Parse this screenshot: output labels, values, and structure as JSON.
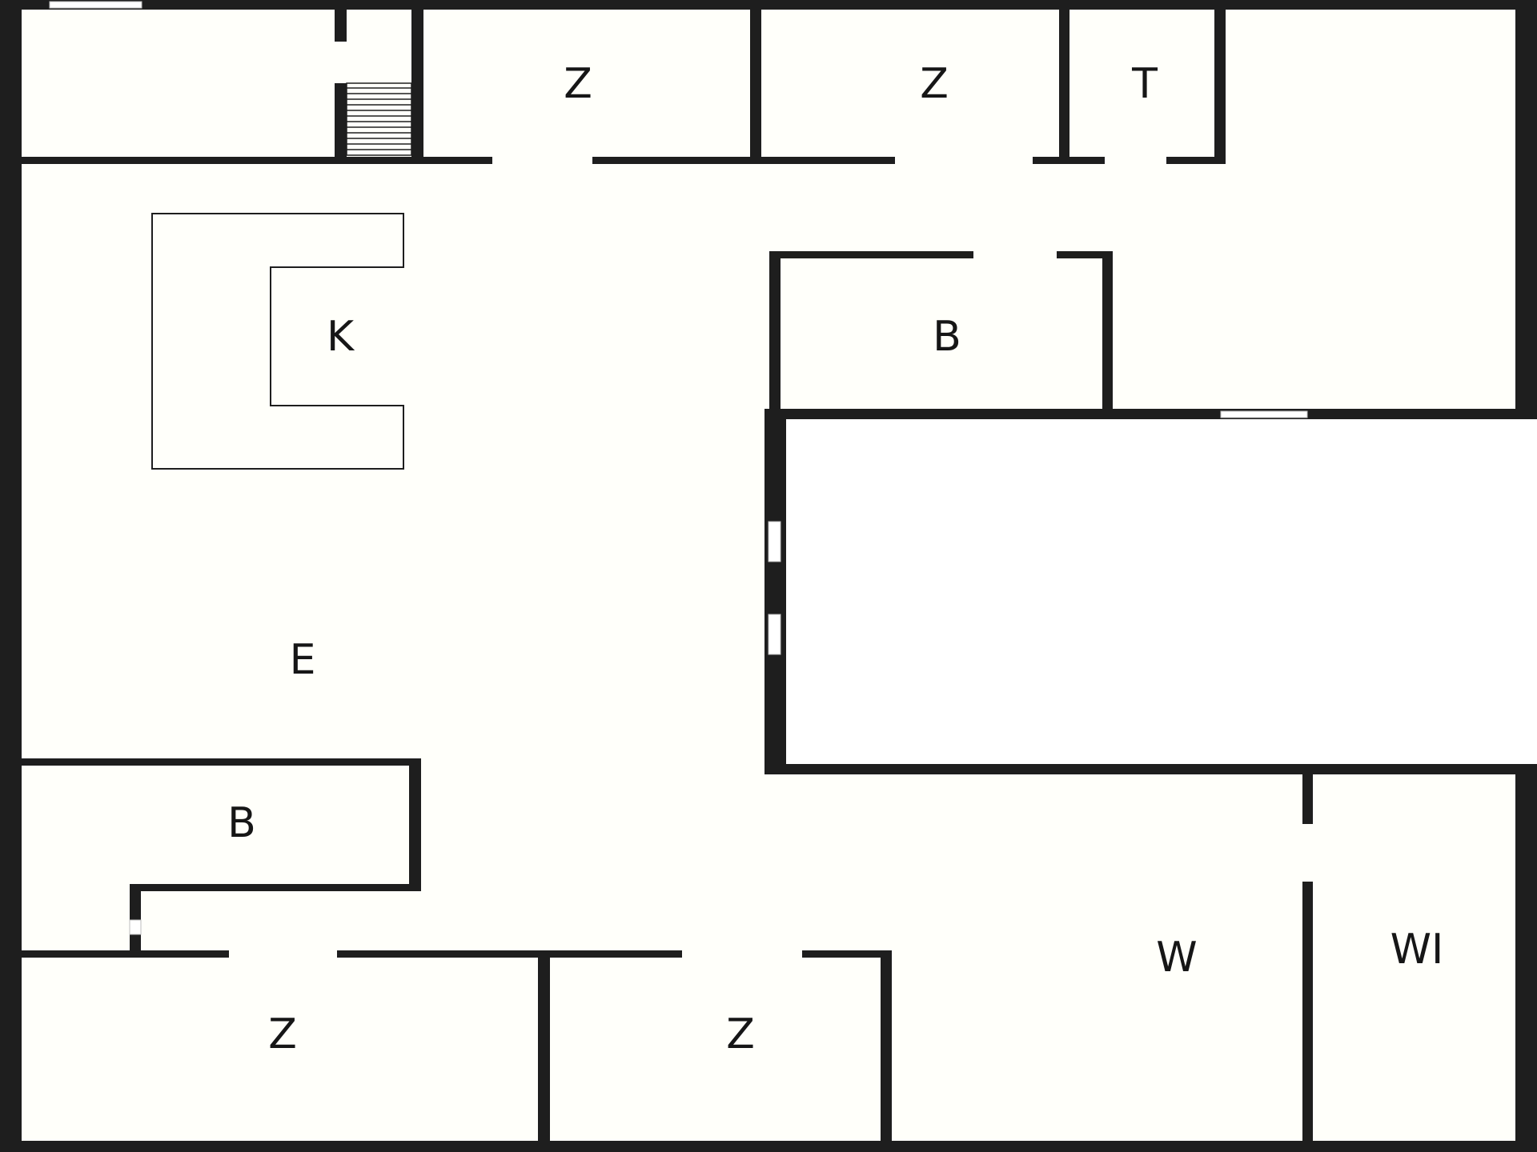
{
  "floorplan": {
    "colors": {
      "wall": "#1e1e1e",
      "floor": "#fffffa",
      "outside": "#ffffff",
      "text": "#161616"
    },
    "rooms": [
      {
        "key": "z_top_1",
        "label": "Z"
      },
      {
        "key": "z_top_2",
        "label": "Z"
      },
      {
        "key": "t_top",
        "label": "T"
      },
      {
        "key": "k_kitchen",
        "label": "K"
      },
      {
        "key": "b_upper",
        "label": "B"
      },
      {
        "key": "e_living",
        "label": "E"
      },
      {
        "key": "b_lower",
        "label": "B"
      },
      {
        "key": "z_bottom_1",
        "label": "Z"
      },
      {
        "key": "z_bottom_2",
        "label": "Z"
      },
      {
        "key": "w_room",
        "label": "W"
      },
      {
        "key": "wi_room",
        "label": "WI"
      }
    ]
  }
}
